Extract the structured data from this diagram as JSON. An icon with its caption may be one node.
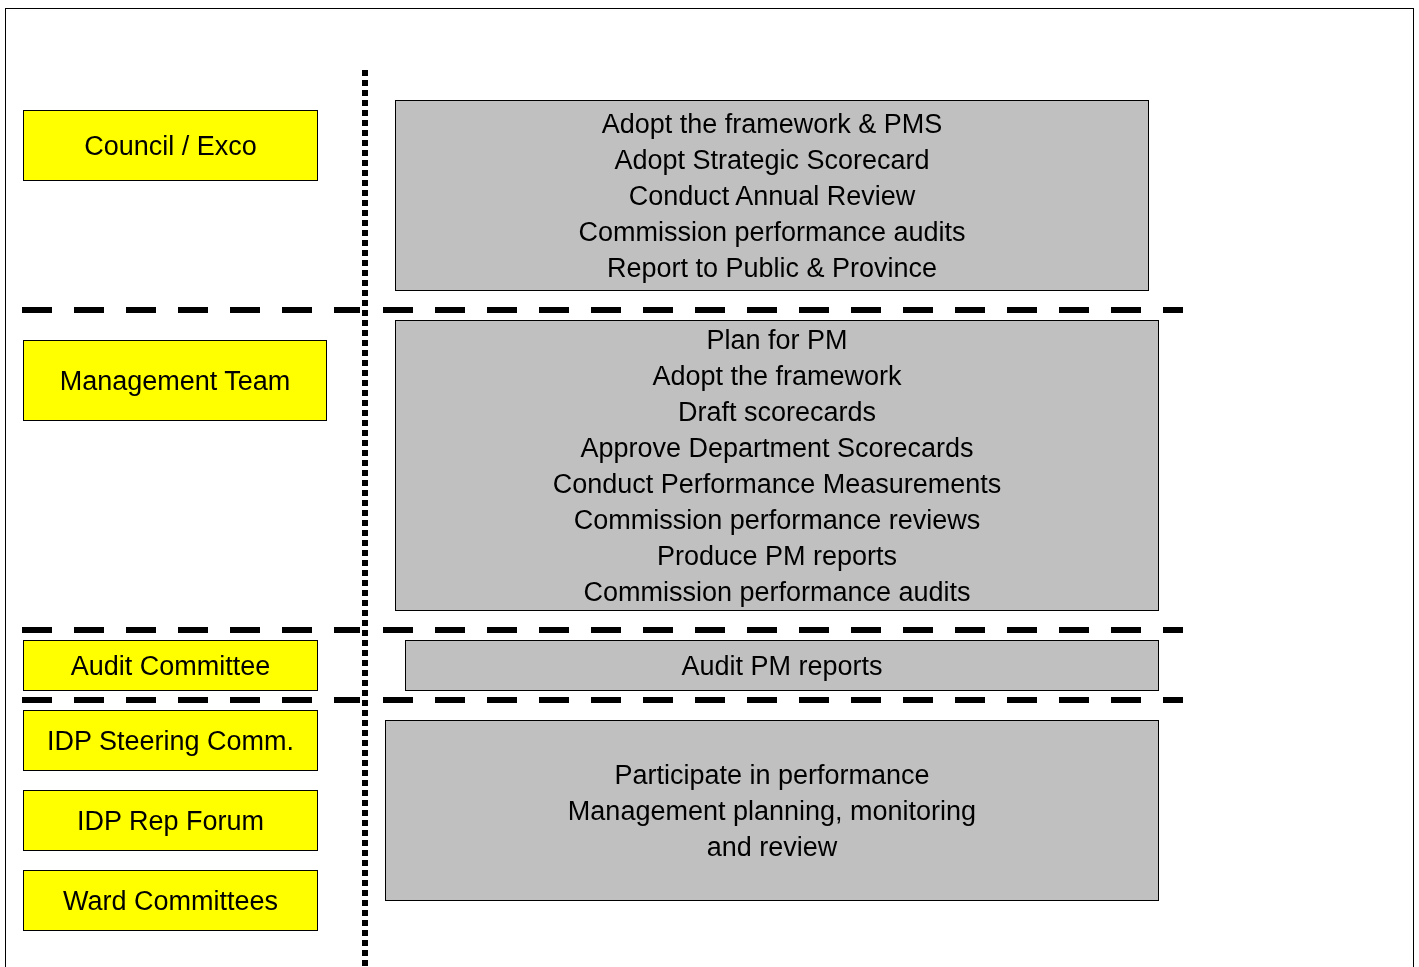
{
  "diagram": {
    "nodes": [
      {
        "text": [
          "Council / Exco"
        ]
      },
      {
        "text": [
          "Adopt the framework & PMS",
          "Adopt Strategic Scorecard",
          "Conduct Annual Review",
          "Commission performance audits",
          "Report to Public & Province"
        ]
      },
      {
        "text": [
          "Management Team"
        ]
      },
      {
        "text": [
          "Plan for PM",
          "Adopt the framework",
          "Draft scorecards",
          "Approve Department Scorecards",
          "Conduct Performance Measurements",
          "Commission performance reviews",
          "Produce PM reports",
          "Commission performance audits"
        ]
      },
      {
        "text": [
          "Audit Committee"
        ]
      },
      {
        "text": [
          "Audit PM reports"
        ]
      },
      {
        "text": [
          "IDP Steering Comm."
        ]
      },
      {
        "text": [
          "IDP Rep Forum"
        ]
      },
      {
        "text": [
          "Ward Committees"
        ]
      },
      {
        "text": [
          "Participate in performance Management planning, monitoring and review"
        ]
      }
    ]
  }
}
